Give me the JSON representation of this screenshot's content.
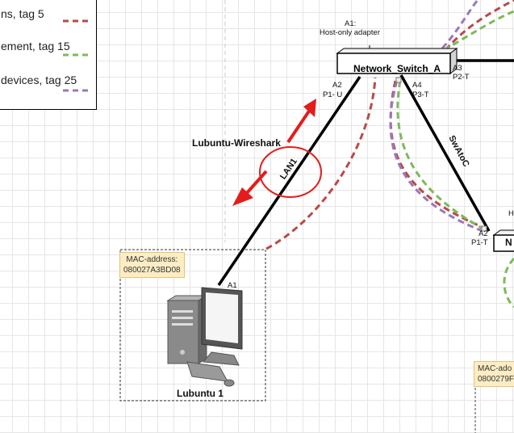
{
  "legend": {
    "items": [
      {
        "label": "ns, tag 5",
        "color": "#b84a4a"
      },
      {
        "label": "ement, tag 15",
        "color": "#7dba5a"
      },
      {
        "label": "devices, tag 25",
        "color": "#9a78b8"
      }
    ]
  },
  "switch": {
    "name": "Network_Switch_A",
    "ports": {
      "a1": "A1:",
      "a1_desc": "Host-only adapter",
      "a2": "A2",
      "a2_mode": "P1- U",
      "a3": "A3",
      "a3_mode": "P2-T",
      "a4": "A4",
      "a4_mode": "P3-T"
    }
  },
  "links": {
    "lan1": "LAN1",
    "swatoc": "SwAtoC",
    "capture": "Lubuntu-Wireshark"
  },
  "host1": {
    "name": "Lubuntu 1",
    "port": "A1",
    "mac_label": "MAC-address:",
    "mac_value": "080027A3BD08"
  },
  "switch_c": {
    "name": "N",
    "port": "A2",
    "port_mode": "P1-T",
    "cut_label": "H"
  },
  "host2": {
    "mac_label": "MAC-ado",
    "mac_value": "0800279F"
  },
  "colors": {
    "red": "#b84a4a",
    "green": "#7dba5a",
    "purple": "#9a78b8",
    "arrow": "#e41c1c",
    "mac_bg": "#fdedc4"
  }
}
